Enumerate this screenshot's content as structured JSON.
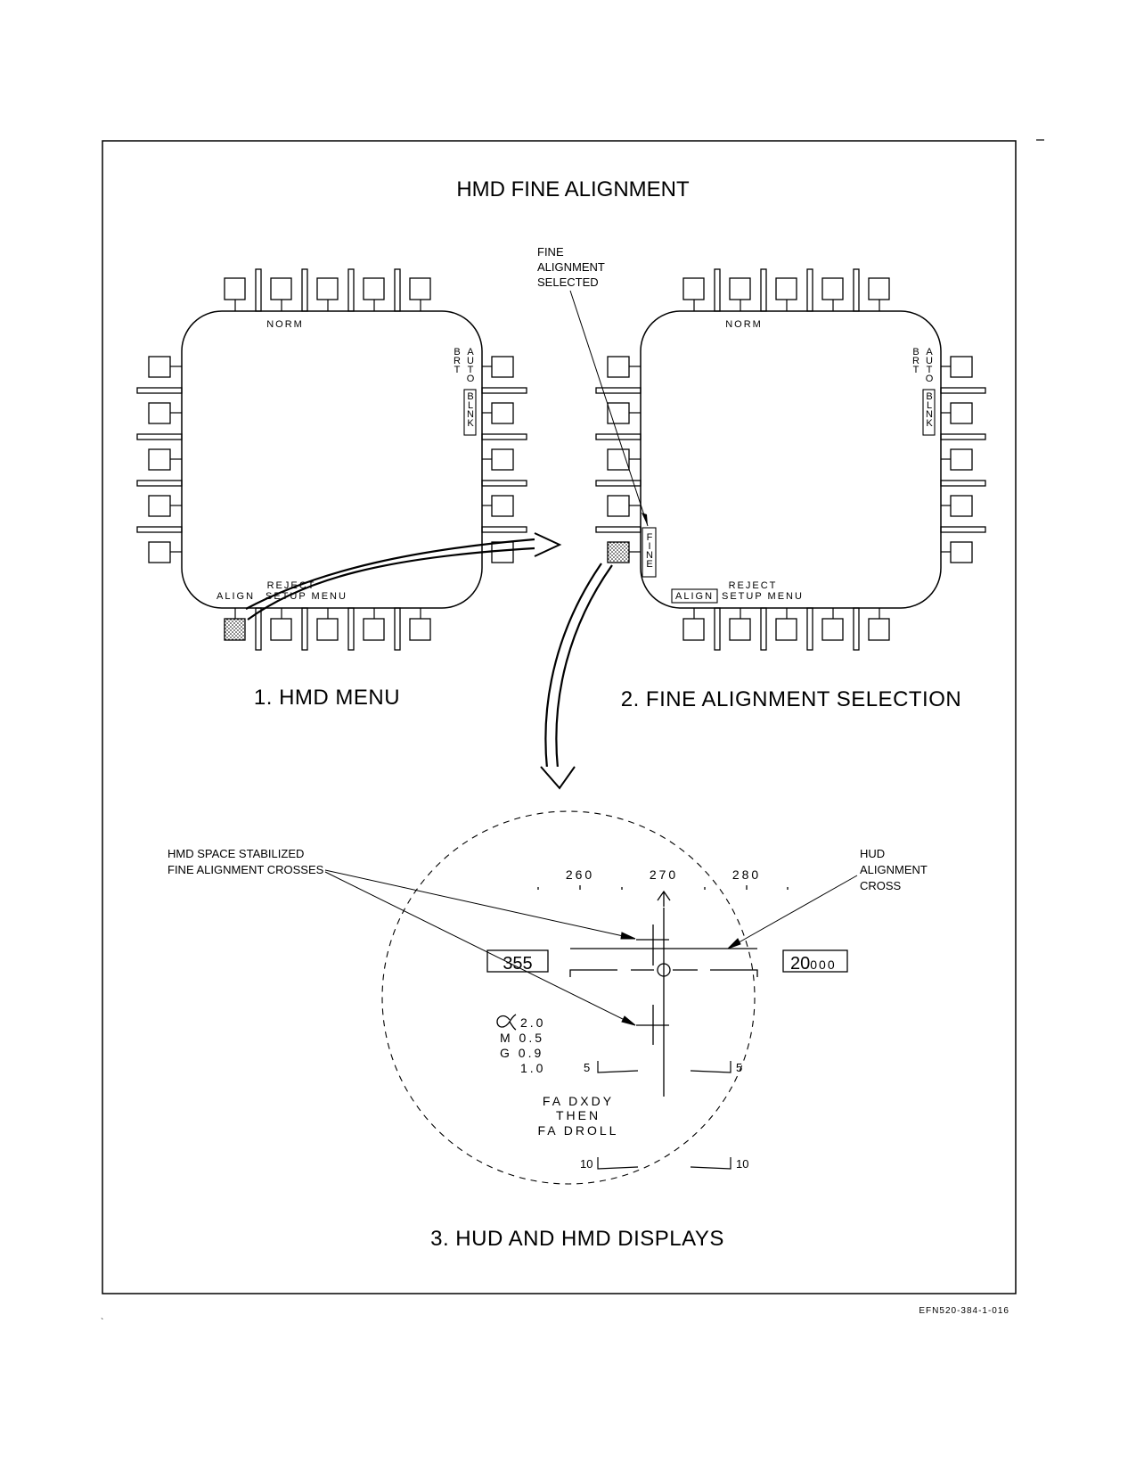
{
  "title": "HMD FINE ALIGNMENT",
  "figure_code": "EFN520-384-1-016",
  "panel1": {
    "caption": "1. HMD MENU",
    "top_label": "NORM",
    "brt": "BRT",
    "auto": "AUTO",
    "blnk": "BLNK",
    "bottom_reject": "REJECT",
    "bottom_align": "ALIGN",
    "bottom_setup_menu": "SETUP MENU"
  },
  "panel2": {
    "caption": "2. FINE ALIGNMENT SELECTION",
    "top_label": "NORM",
    "brt": "BRT",
    "auto": "AUTO",
    "blnk": "BLNK",
    "fine": "FINE",
    "bottom_reject": "REJECT",
    "bottom_align": "ALIGN",
    "bottom_setup_menu": "SETUP MENU",
    "callout": [
      "FINE",
      "ALIGNMENT",
      "SELECTED"
    ]
  },
  "panel3": {
    "caption": "3. HUD AND HMD DISPLAYS",
    "heading_ticks": [
      "260",
      "270",
      "280"
    ],
    "airspeed": "355",
    "altitude_main": "20",
    "altitude_small": "000",
    "alpha": "2.0",
    "mach": "M 0.5",
    "g": "G 0.9",
    "g_max": "1.0",
    "pitch_5": "5",
    "pitch_10": "10",
    "msg": [
      "FA DXDY",
      "THEN",
      "FA DROLL"
    ],
    "callout_left": [
      "HMD SPACE STABILIZED",
      "FINE ALIGNMENT CROSSES"
    ],
    "callout_right": [
      "HUD",
      "ALIGNMENT",
      "CROSS"
    ]
  }
}
